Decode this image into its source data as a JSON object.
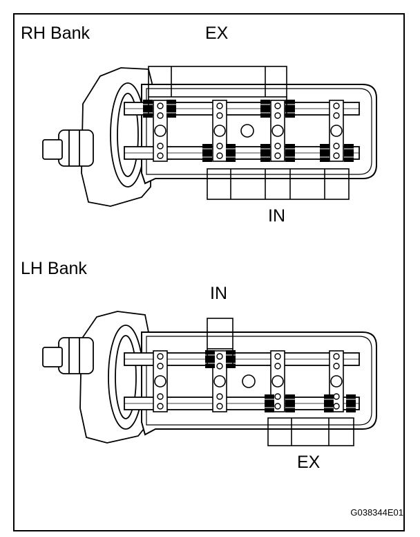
{
  "rh": {
    "title": "RH Bank",
    "top_label": "EX",
    "bottom_label": "IN"
  },
  "lh": {
    "title": "LH Bank",
    "top_label": "IN",
    "bottom_label": "EX"
  },
  "figure_id": "G038344E01",
  "colors": {
    "ink": "#000000",
    "paper": "#ffffff",
    "shade": "#d9d9d9"
  }
}
